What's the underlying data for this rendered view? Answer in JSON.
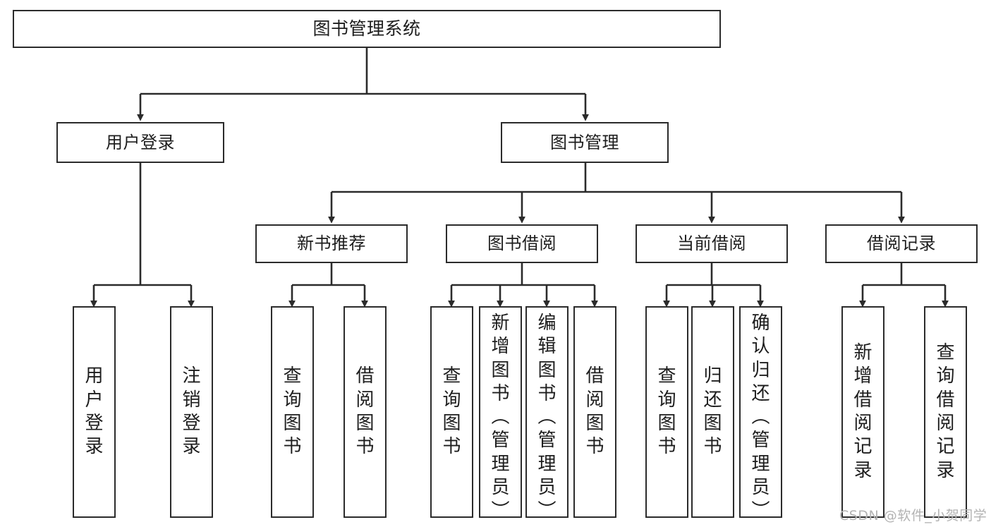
{
  "diagram": {
    "title": "图书管理系统",
    "type": "tree",
    "colors": {
      "box_border": "#2b2b2b",
      "box_fill": "#ffffff",
      "edge": "#2b2b2b",
      "background": "#ffffff",
      "watermark": "#b3b3b3"
    },
    "levels": {
      "root": {
        "label": "图书管理系统"
      },
      "level2": [
        {
          "id": "user-login",
          "label": "用户登录"
        },
        {
          "id": "book-management",
          "label": "图书管理"
        }
      ],
      "level3": [
        {
          "id": "new-book-recommend",
          "label": "新书推荐"
        },
        {
          "id": "book-borrow",
          "label": "图书借阅"
        },
        {
          "id": "current-borrow",
          "label": "当前借阅"
        },
        {
          "id": "borrow-record",
          "label": "借阅记录"
        }
      ],
      "leaves": {
        "user_login": [
          {
            "id": "leaf-user-login",
            "label": "用户登录",
            "stacked": "用\n户\n登\n录"
          },
          {
            "id": "leaf-logout",
            "label": "注销登录",
            "stacked": "注\n销\n登\n录"
          }
        ],
        "new_book_recommend": [
          {
            "id": "leaf-query-book-1",
            "label": "查询图书",
            "stacked": "查\n询\n图\n书"
          },
          {
            "id": "leaf-borrow-book-1",
            "label": "借阅图书",
            "stacked": "借\n阅\n图\n书"
          }
        ],
        "book_borrow": [
          {
            "id": "leaf-query-book-2",
            "label": "查询图书",
            "stacked": "查\n询\n图\n书"
          },
          {
            "id": "leaf-add-book",
            "label": "新增图书（管理员）",
            "stacked": "新\n增\n图\n书\n︵\n管\n理\n员\n︶"
          },
          {
            "id": "leaf-edit-book",
            "label": "编辑图书（管理员）",
            "stacked": "编\n辑\n图\n书\n︵\n管\n理\n员\n︶"
          },
          {
            "id": "leaf-borrow-book-2",
            "label": "借阅图书",
            "stacked": "借\n阅\n图\n书"
          }
        ],
        "current_borrow": [
          {
            "id": "leaf-query-book-3",
            "label": "查询图书",
            "stacked": "查\n询\n图\n书"
          },
          {
            "id": "leaf-return-book",
            "label": "归还图书",
            "stacked": "归\n还\n图\n书"
          },
          {
            "id": "leaf-confirm-return",
            "label": "确认归还（管理员）",
            "stacked": "确\n认\n归\n还\n︵\n管\n理\n员\n︶"
          }
        ],
        "borrow_record": [
          {
            "id": "leaf-add-record",
            "label": "新增借阅记录",
            "stacked": "新\n增\n借\n阅\n记\n录"
          },
          {
            "id": "leaf-query-record",
            "label": "查询借阅记录",
            "stacked": "查\n询\n借\n阅\n记\n录"
          }
        ]
      }
    },
    "watermark": "CSDN @软件_小贺同学"
  }
}
